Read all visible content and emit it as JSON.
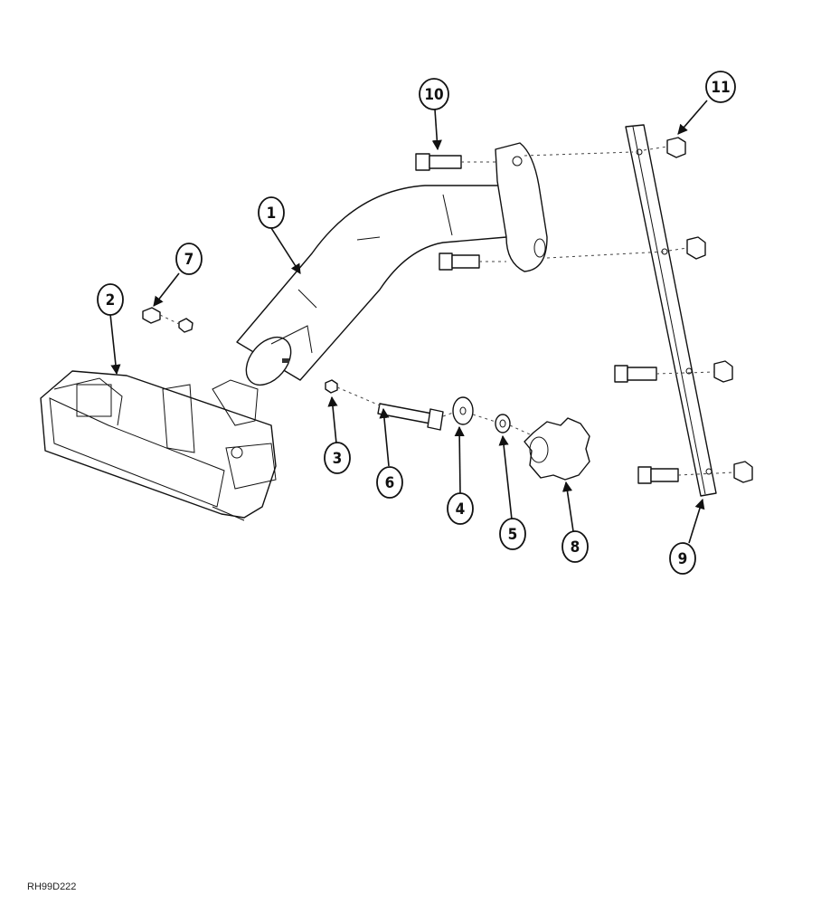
{
  "figure_code": "RH99D222",
  "callouts": {
    "c1": "1",
    "c2": "2",
    "c3": "3",
    "c4": "4",
    "c5": "5",
    "c6": "6",
    "c7": "7",
    "c8": "8",
    "c9": "9",
    "c10": "10",
    "c11": "11"
  }
}
